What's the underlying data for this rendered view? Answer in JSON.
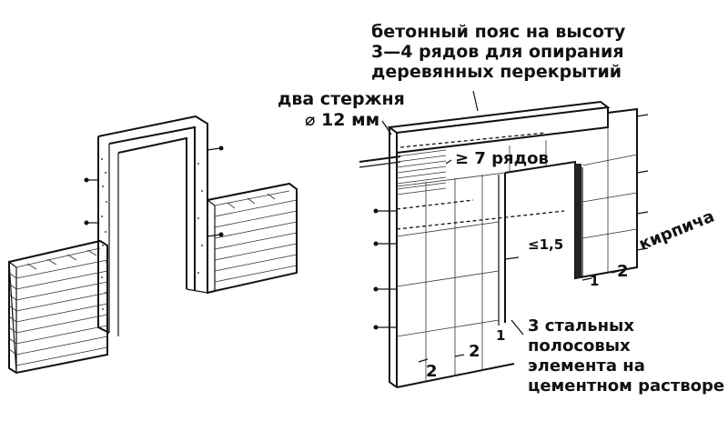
{
  "labels": {
    "belt_line1": "бетонный пояс на высоту",
    "belt_line2": "3—4 рядов для опирания",
    "belt_line3": "деревянных перекрытий",
    "rods_line1": "два стержня",
    "rods_line2": "⌀ 12 мм",
    "rows": "≥ 7 рядов",
    "ratio": "≤1,5",
    "strips_line1": "3 стальных",
    "strips_line2": "полосовых",
    "strips_line3": "элемента на",
    "strips_line4": "цементном растворе",
    "dim_bottom_2a": "2",
    "dim_bottom_2b": "2",
    "dim_bottom_1": "1",
    "dim_right_1": "1",
    "dim_right_2": "2",
    "dim_right_word": "кирпича"
  }
}
